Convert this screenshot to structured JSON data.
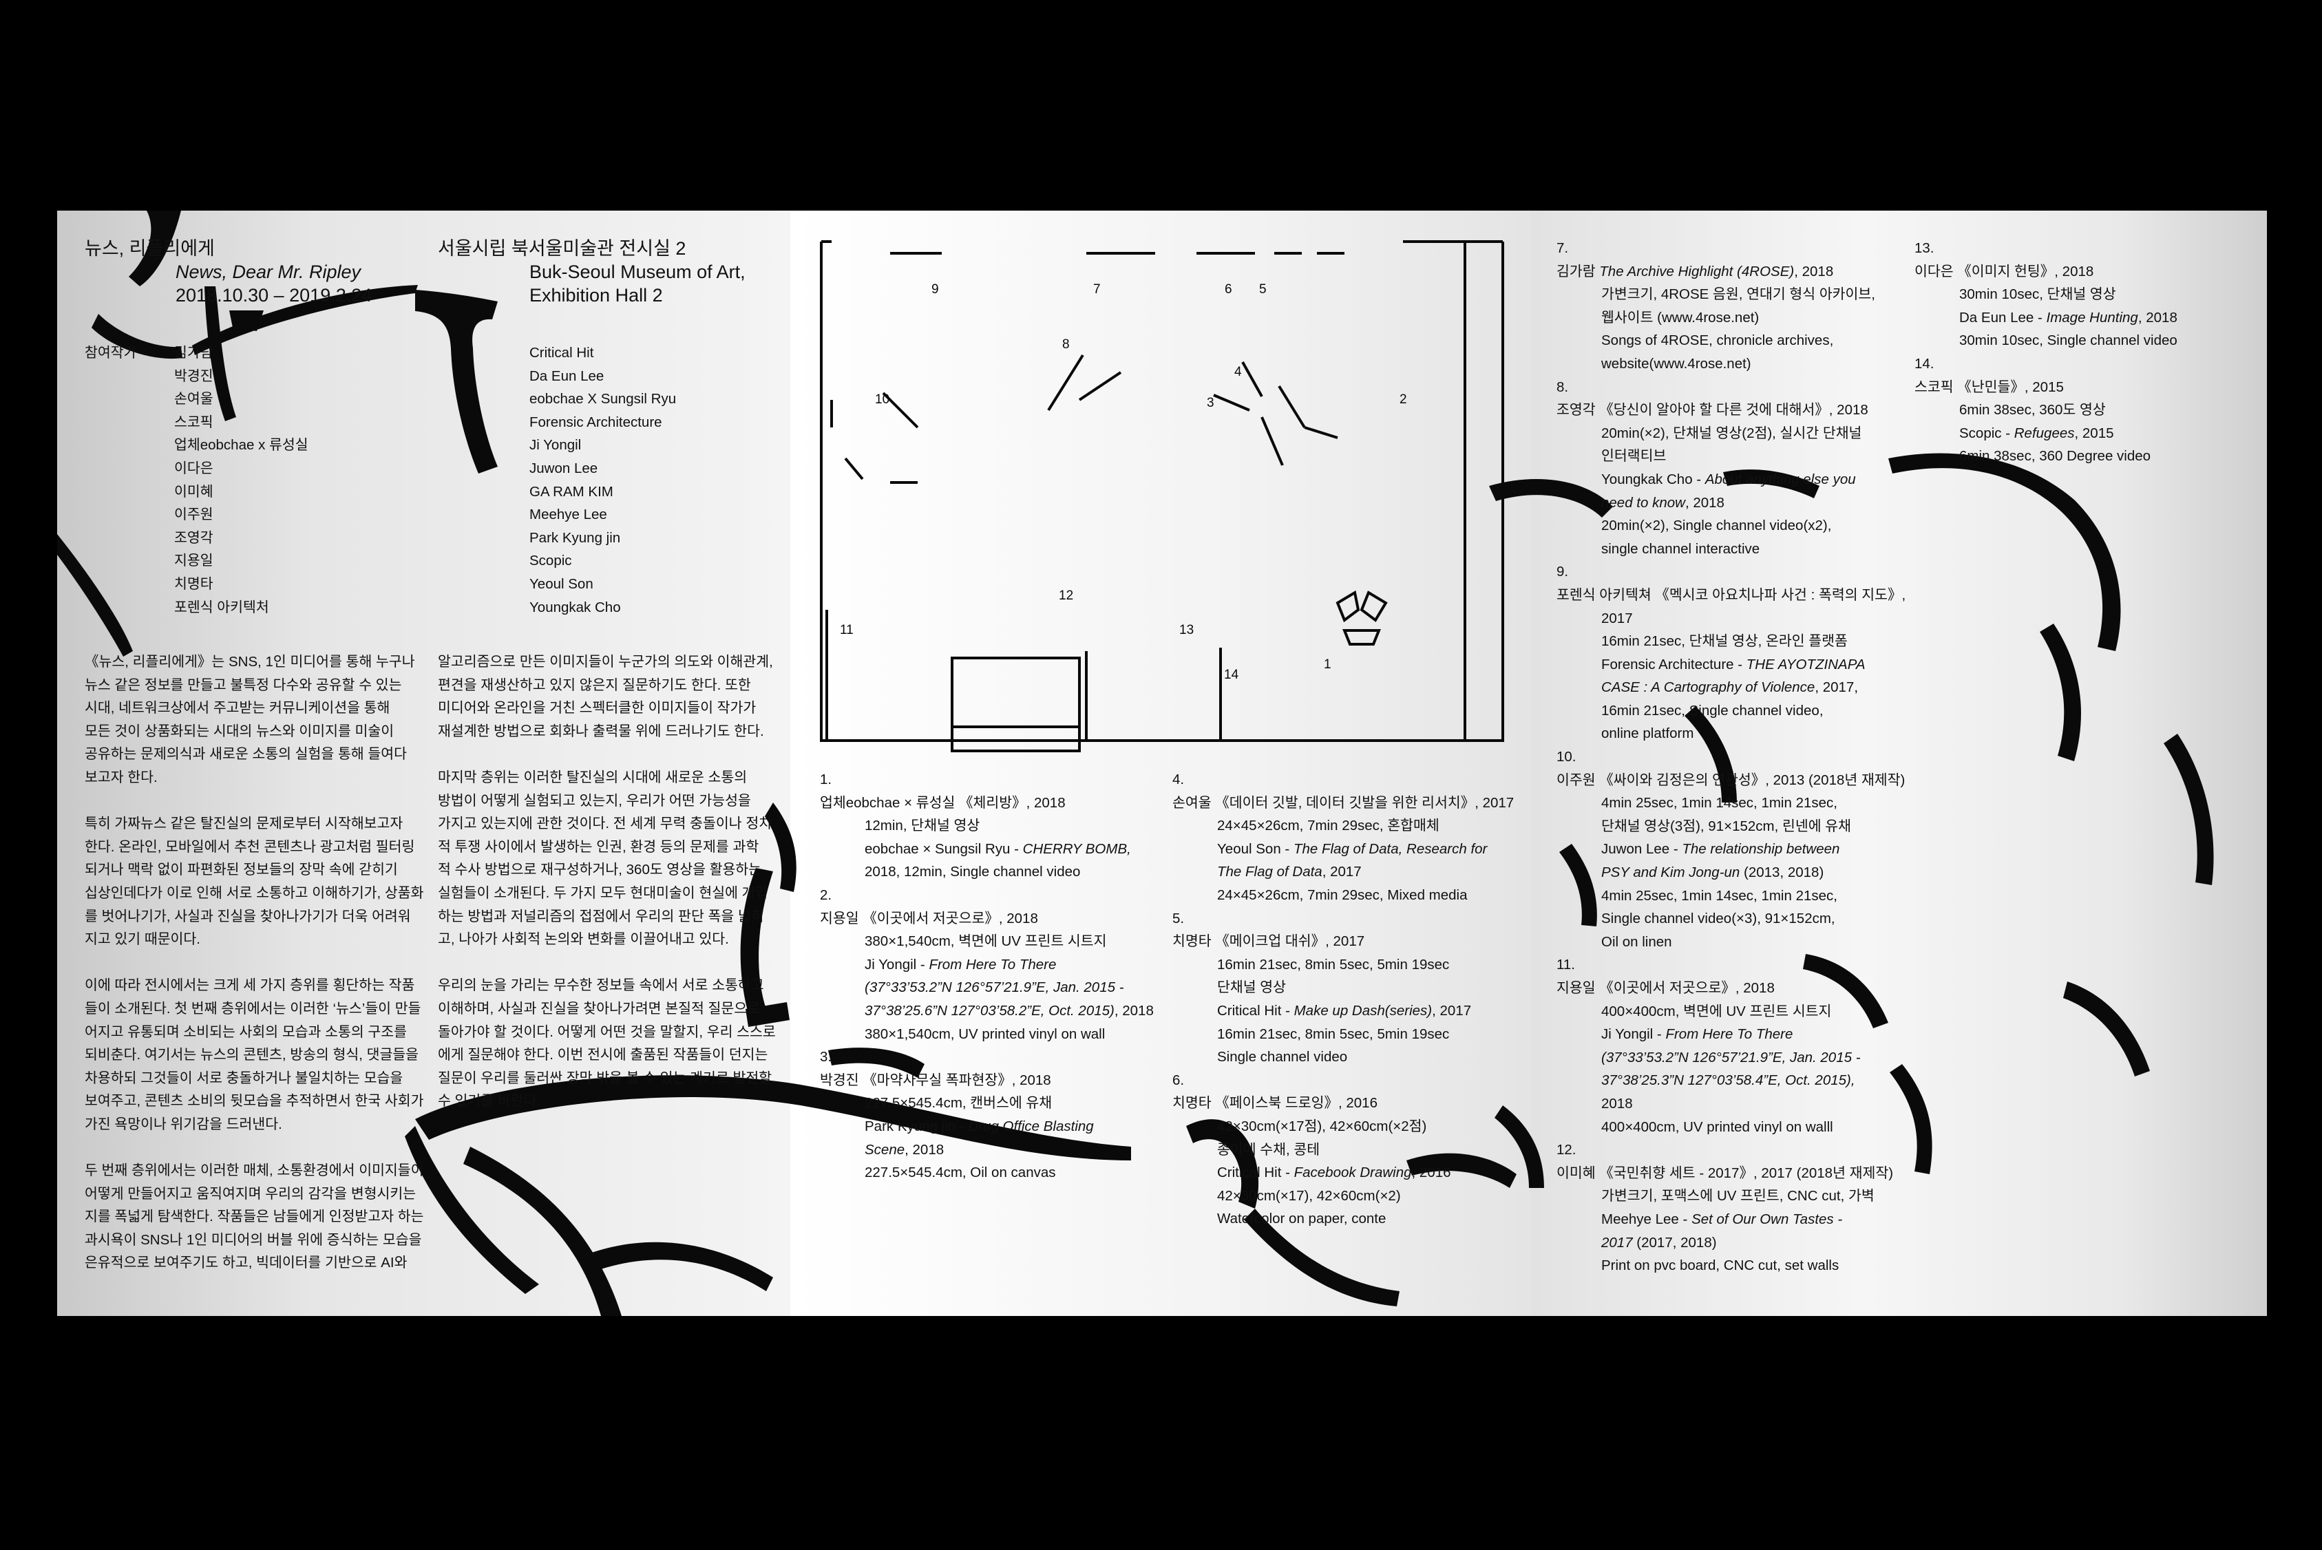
{
  "header": {
    "title_ko": "뉴스, 리플리에게",
    "title_en": "News, Dear Mr. Ripley",
    "dates": "2018.10.30 – 2019.2.24",
    "venue_ko": "서울시립 북서울미술관 전시실 2",
    "venue_en_1": "Buk-Seoul Museum of Art,",
    "venue_en_2": "Exhibition Hall 2"
  },
  "artists": {
    "label": "참여작가",
    "ko": [
      "김가람",
      "박경진",
      "손여울",
      "스코픽",
      "업체eobchae x 류성실",
      "이다은",
      "이미혜",
      "이주원",
      "조영각",
      "지용일",
      "치명타",
      "포렌식 아키텍처"
    ],
    "en": [
      "Critical Hit",
      "Da Eun Lee",
      "eobchae X Sungsil Ryu",
      "Forensic Architecture",
      "Ji Yongil",
      "Juwon Lee",
      "GA RAM KIM",
      "Meehye Lee",
      "Park Kyung jin",
      "Scopic",
      "Yeoul Son",
      "Youngkak Cho"
    ]
  },
  "essay": {
    "col1": "《뉴스, 리플리에게》는 SNS, 1인 미디어를 통해 누구나\n뉴스 같은 정보를 만들고 불특정 다수와 공유할 수 있는\n시대, 네트워크상에서 주고받는 커뮤니케이션을 통해\n모든 것이 상품화되는 시대의 뉴스와 이미지를 미술이\n공유하는 문제의식과 새로운 소통의 실험을 통해 들여다\n보고자 한다.\n\n특히 가짜뉴스 같은 탈진실의 문제로부터 시작해보고자\n한다. 온라인, 모바일에서 추천 콘텐츠나 광고처럼 필터링\n되거나 맥락 없이 파편화된 정보들의 장막 속에 갇히기\n십상인데다가 이로 인해 서로 소통하고 이해하기가, 상품화\n를 벗어나기가, 사실과 진실을 찾아나가기가 더욱 어려워\n지고 있기 때문이다.\n\n이에 따라 전시에서는 크게 세 가지 층위를 횡단하는 작품\n들이 소개된다. 첫 번째 층위에서는 이러한 ‘뉴스’들이 만들\n어지고 유통되며 소비되는 사회의 모습과 소통의 구조를\n되비춘다. 여기서는 뉴스의 콘텐츠, 방송의 형식, 댓글들을\n차용하되 그것들이 서로 충돌하거나 불일치하는 모습을\n보여주고, 콘텐츠 소비의 뒷모습을 추적하면서 한국 사회가\n가진 욕망이나 위기감을 드러낸다.\n\n두 번째 층위에서는 이러한 매체, 소통환경에서 이미지들이\n어떻게 만들어지고 움직여지며 우리의 감각을 변형시키는\n지를 폭넓게 탐색한다. 작품들은 남들에게 인정받고자 하는\n과시욕이 SNS나 1인 미디어의 버블 위에 증식하는 모습을\n은유적으로 보여주기도 하고, 빅데이터를 기반으로 AI와",
    "col2": "알고리즘으로 만든 이미지들이 누군가의 의도와 이해관계,\n편견을 재생산하고 있지 않은지 질문하기도 한다. 또한\n미디어와 온라인을 거친 스펙터클한 이미지들이 작가가\n재설계한 방법으로 회화나 출력물 위에 드러나기도 한다.\n\n마지막 층위는 이러한 탈진실의 시대에 새로운 소통의\n방법이 어떻게 실험되고 있는지, 우리가 어떤 가능성을\n가지고 있는지에 관한 것이다. 전 세계 무력 충돌이나 정치\n적 투쟁 사이에서 발생하는 인권, 환경 등의 문제를 과학\n적 수사 방법으로 재구성하거나, 360도 영상을 활용하는\n실험들이 소개된다. 두 가지 모두 현대미술이 현실에 개입\n하는 방법과 저널리즘의 접점에서 우리의 판단 폭을 넓히\n고, 나아가 사회적 논의와 변화를 이끌어내고 있다.\n\n우리의 눈을 가리는 무수한 정보들 속에서 서로 소통하고\n이해하며, 사실과 진실을 찾아나가려면 본질적 질문으로\n돌아가야 할 것이다. 어떻게 어떤 것을 말할지, 우리 스스로\n에게 질문해야 한다. 이번 전시에 출품된 작품들이 던지는\n질문이 우리를 둘러싼 장막 밖을 볼 수 있는 계기로 발전할\n수 있기를 바란다."
  },
  "floorplan_labels": [
    "9",
    "7",
    "6",
    "5",
    "4",
    "8",
    "10",
    "3",
    "2",
    "12",
    "11",
    "13",
    "14",
    "1"
  ],
  "works": [
    {
      "n": "1.",
      "head": "업체eobchae × 류성실 《체리방》, 2018",
      "lines": [
        "12min, 단채널 영상"
      ],
      "en_pre": "eobchae × Sungsil Ryu - ",
      "en_title": "CHERRY BOMB,",
      "en_post": [
        "2018, 12min, Single channel video"
      ]
    },
    {
      "n": "2.",
      "head": "지용일 《이곳에서 저곳으로》, 2018",
      "lines": [
        "380×1,540cm, 벽면에 UV 프린트 시트지"
      ],
      "en_pre": "Ji Yongil - ",
      "en_title": "From Here To There",
      "en_title2": "(37°33’53.2”N 126°57’21.9”E, Jan. 2015 -",
      "en_title3": "37°38’25.6”N 127°03’58.2”E, Oct. 2015)",
      "en_title3_post": ", 2018",
      "en_post": [
        "380×1,540cm, UV printed vinyl on wall"
      ]
    },
    {
      "n": "3.",
      "head": "박경진 《마약사무실 폭파현장》, 2018",
      "lines": [
        "227.5×545.4cm, 캔버스에 유채"
      ],
      "en_pre": "Park Kyung jin - ",
      "en_title": "Drug Office Blasting",
      "en_title2": "Scene",
      "en_title2_post": ", 2018",
      "en_post": [
        "227.5×545.4cm, Oil on canvas"
      ]
    },
    {
      "n": "4.",
      "head": "손여울 《데이터 깃발, 데이터 깃발을 위한 리서치》, 2017",
      "lines": [
        "24×45×26cm, 7min 29sec, 혼합매체"
      ],
      "en_pre": "Yeoul Son - ",
      "en_title": "The Flag of Data, Research for",
      "en_title2": "The Flag of Data",
      "en_title2_post": ", 2017",
      "en_post": [
        "24×45×26cm, 7min 29sec, Mixed media"
      ]
    },
    {
      "n": "5.",
      "head": "치명타 《메이크업 대쉬》, 2017",
      "lines": [
        "16min 21sec, 8min 5sec, 5min 19sec",
        "단채널 영상"
      ],
      "en_pre": "Critical Hit - ",
      "en_title": "Make up Dash(series)",
      "en_title_post": ", 2017",
      "en_post": [
        "16min 21sec, 8min 5sec, 5min 19sec",
        "Single channel video"
      ]
    },
    {
      "n": "6.",
      "head": "치명타 《페이스북 드로잉》, 2016",
      "lines": [
        "42×30cm(×17점), 42×60cm(×2점)",
        "종이에 수채, 콩테"
      ],
      "en_pre": "Critical Hit - ",
      "en_title": "Facebook Drawing",
      "en_title_post": ", 2016",
      "en_post": [
        "42×30cm(×17), 42×60cm(×2)",
        "Watercolor on paper, conte"
      ]
    },
    {
      "n": "7.",
      "head": "김가람 ",
      "head_it": "The Archive Highlight (4ROSE)",
      "head_post": ", 2018",
      "lines": [
        "가변크기, 4ROSE 음원, 연대기 형식 아카이브,",
        "웹사이트 (www.4rose.net)",
        "Songs of 4ROSE, chronicle archives,",
        "website(www.4rose.net)"
      ]
    },
    {
      "n": "8.",
      "head": "조영각 《당신이 알아야 할 다른 것에 대해서》, 2018",
      "lines": [
        "20min(×2), 단채널 영상(2점), 실시간 단채널",
        "인터랙티브"
      ],
      "en_pre": "Youngkak Cho - ",
      "en_title": "About anything else you",
      "en_title2": "need to know",
      "en_title2_post": ", 2018",
      "en_post": [
        "20min(×2), Single channel video(x2),",
        "single channel interactive"
      ]
    },
    {
      "n": "9.",
      "head": "포렌식 아키텍쳐 《멕시코 아요치나파 사건 : 폭력의 지도》,",
      "head2": "2017",
      "lines": [
        "16min 21sec, 단채널 영상, 온라인 플랫폼"
      ],
      "en_pre": "Forensic Architecture - ",
      "en_title": "THE AYOTZINAPA",
      "en_title2": "CASE : A Cartography of Violence",
      "en_title2_post": ", 2017,",
      "en_post": [
        "16min 21sec, Single channel video,",
        "online platform"
      ]
    },
    {
      "n": "10.",
      "head": "이주원 《싸이와 김정은의 연관성》, 2013 (2018년 재제작)",
      "lines": [
        "4min 25sec, 1min 14sec, 1min 21sec,",
        "단채널 영상(3점), 91×152cm, 린넨에 유채"
      ],
      "en_pre": "Juwon Lee - ",
      "en_title": "The relationship between",
      "en_title2": "PSY and Kim Jong-un",
      "en_title2_post": " (2013, 2018)",
      "en_post": [
        "4min 25sec, 1min 14sec, 1min 21sec,",
        "Single channel video(×3), 91×152cm,",
        "Oil on linen"
      ]
    },
    {
      "n": "11.",
      "head": "지용일 《이곳에서 저곳으로》, 2018",
      "lines": [
        "400×400cm, 벽면에 UV 프린트 시트지"
      ],
      "en_pre": "Ji Yongil - ",
      "en_title": "From Here To There",
      "en_title2": "(37°33’53.2”N 126°57’21.9”E, Jan. 2015 -",
      "en_title3": "37°38’25.3”N 127°03’58.4”E, Oct. 2015),",
      "en_post": [
        "2018",
        "400×400cm, UV printed vinyl on walll"
      ]
    },
    {
      "n": "12.",
      "head": "이미혜 《국민취향 세트 - 2017》, 2017 (2018년 재제작)",
      "lines": [
        "가변크기, 포맥스에 UV 프린트, CNC cut, 가벽"
      ],
      "en_pre": "Meehye Lee - ",
      "en_title": "Set of Our Own Tastes -",
      "en_title2": "2017",
      "en_title2_post": " (2017, 2018)",
      "en_post": [
        "Print on pvc board, CNC cut, set walls"
      ]
    },
    {
      "n": "13.",
      "head": "이다은 《이미지 헌팅》, 2018",
      "lines": [
        "30min 10sec, 단채널 영상"
      ],
      "en_pre": "Da Eun Lee - ",
      "en_title": "Image Hunting",
      "en_title_post": ", 2018",
      "en_post": [
        "30min 10sec, Single channel video"
      ]
    },
    {
      "n": "14.",
      "head": "스코픽 《난민들》, 2015",
      "lines": [
        "6min 38sec, 360도 영상"
      ],
      "en_pre": "Scopic - ",
      "en_title": "Refugees",
      "en_title_post": ", 2015",
      "en_post": [
        "6min 38sec, 360 Degree video"
      ]
    }
  ],
  "colors": {
    "ink": "#0a0a0a",
    "paper": "#f2f2f2",
    "background": "#000000"
  }
}
